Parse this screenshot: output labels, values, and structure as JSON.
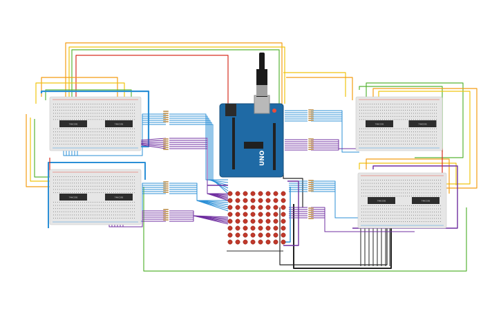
{
  "canvas": {
    "background": "#ffffff"
  },
  "colors": {
    "red": "#d62d20",
    "orange": "#f39c12",
    "yellow": "#f1c40f",
    "green": "#57b435",
    "blue": "#2b8fd6",
    "purple": "#6f2fa0",
    "black": "#222222",
    "breadboard": "#e6e6e6",
    "arduino": "#1f6aa5",
    "led": "#c0392b"
  },
  "arduino": {
    "logo_text": "UNO",
    "icons": [
      "usb-connector-icon",
      "power-jack-icon",
      "reset-button-icon"
    ]
  },
  "breadboards": [
    {
      "id": "bb-top-left",
      "chips": [
        "74HC595",
        "74HC595"
      ]
    },
    {
      "id": "bb-bottom-left",
      "chips": [
        "74HC595",
        "74HC595"
      ]
    },
    {
      "id": "bb-top-right",
      "chips": [
        "74HC595",
        "74HC595"
      ]
    },
    {
      "id": "bb-bottom-right",
      "chips": [
        "74HC595",
        "74HC595"
      ]
    }
  ],
  "led_matrix": {
    "rows": 8,
    "cols": 8
  }
}
